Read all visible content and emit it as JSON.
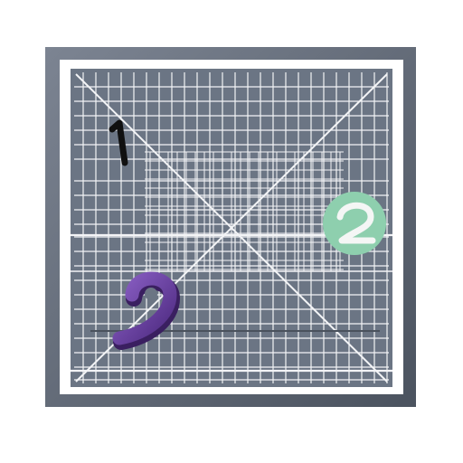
{
  "board": {
    "colors": {
      "frame_outer": "#5d6674",
      "frame_inner": "#ffffff",
      "board_fill": "#6b7584",
      "grid_line": "#f3f4f6",
      "shadow_line": "#4a525d"
    }
  },
  "pieces": [
    {
      "id": "piece-1",
      "text": "1",
      "color": "#111111",
      "style": "handwritten"
    },
    {
      "id": "piece-2",
      "text": "2",
      "color": "#8fcfb0",
      "style": "badge"
    },
    {
      "id": "piece-9",
      "text": "9",
      "color": "#6b3fa0",
      "style": "3d"
    }
  ]
}
